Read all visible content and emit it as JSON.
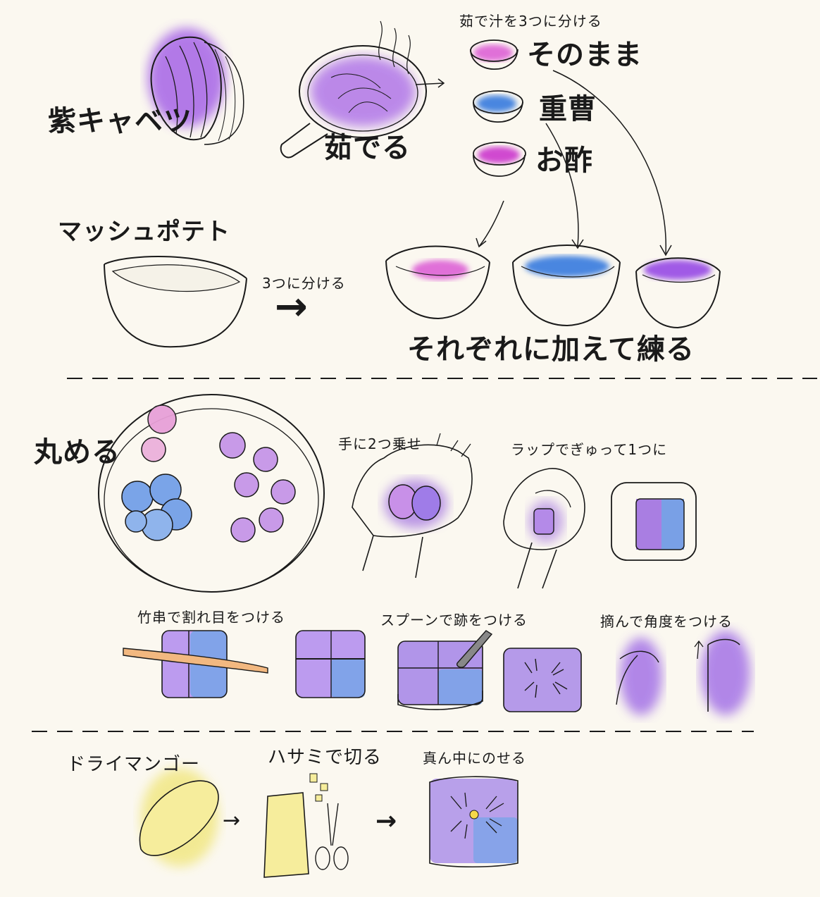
{
  "labels": {
    "cabbage": "紫キャベツ",
    "boil": "茹でる",
    "split_juice": "茹で汁を3つに分ける",
    "as_is": "そのまま",
    "baking_soda": "重曹",
    "vinegar": "お酢",
    "mashed_potato": "マッシュポテト",
    "split_three": "3つに分ける",
    "add_knead": "それぞれに加えて練る",
    "roll": "丸める",
    "two_on_hand": "手に2つ乗せ",
    "wrap_squeeze": "ラップでぎゅって1つに",
    "skewer_crack": "竹串で割れ目をつける",
    "spoon_mark": "スプーンで跡をつける",
    "pinch_angle": "摘んで角度をつける",
    "dried_mango": "ドライマンゴー",
    "cut_scissors": "ハサミで切る",
    "place_center": "真ん中にのせる"
  },
  "colors": {
    "purple": "#a05ae6",
    "blue": "#5a8fe0",
    "pink": "#e070d8",
    "yellow": "#f2e88a",
    "line": "#1a1a1a",
    "paper": "#fbf8f0"
  }
}
